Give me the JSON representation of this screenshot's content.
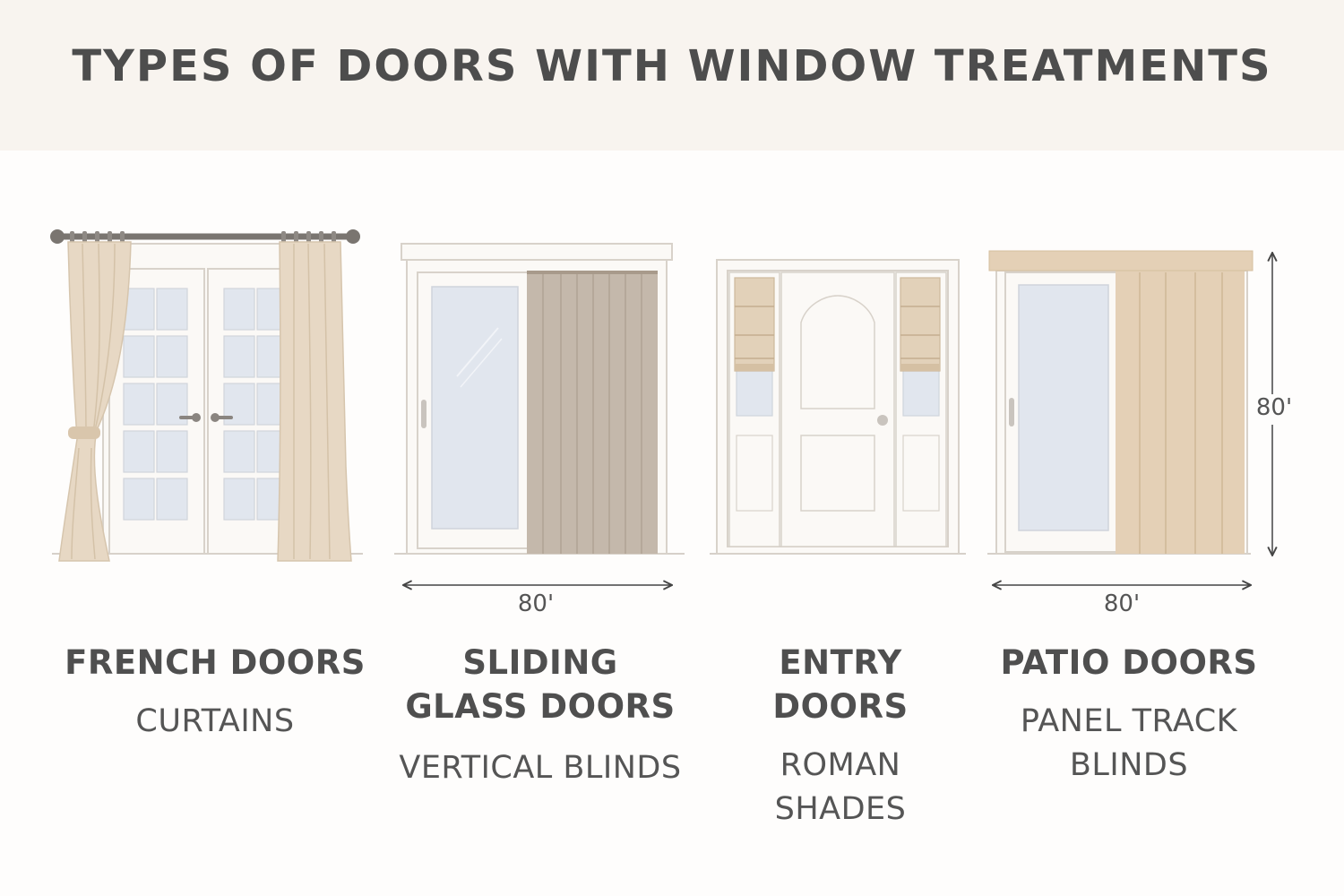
{
  "title": "TYPES OF DOORS WITH WINDOW TREATMENTS",
  "doors": [
    {
      "name": "FRENCH DOORS",
      "treatment": "CURTAINS"
    },
    {
      "name": "SLIDING GLASS DOORS",
      "treatment": "VERTICAL BLINDS"
    },
    {
      "name": "ENTRY DOORS",
      "treatment": "ROMAN SHADES"
    },
    {
      "name": "PATIO DOORS",
      "treatment": "PANEL TRACK BLINDS"
    }
  ],
  "dimensions": {
    "sliding_width": "80'",
    "patio_width": "80'",
    "patio_height": "80'"
  },
  "colors": {
    "header_bg": "#f8f4ef",
    "linen": "#e7d8c4",
    "taupe": "#c4b8ab",
    "glass": "#e1e6ee",
    "frame": "#fbf9f6",
    "text": "#4f4f4f"
  }
}
